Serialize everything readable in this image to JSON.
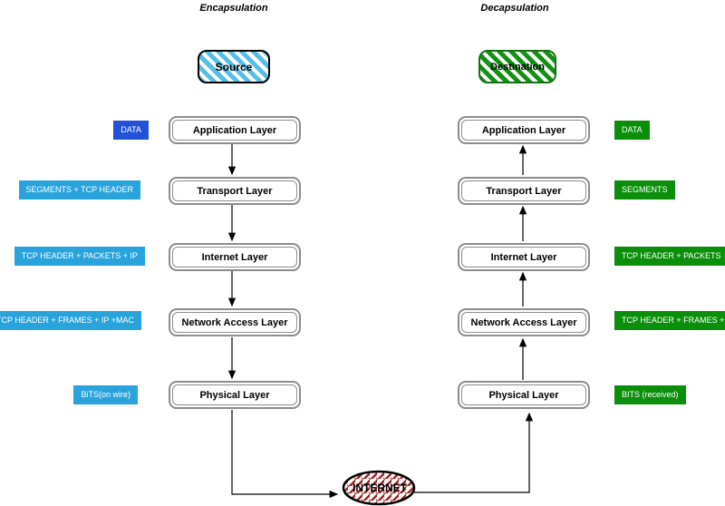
{
  "titles": {
    "encapsulation": "Encapsulation",
    "decapsulation": "Decapsulation"
  },
  "nodes": {
    "source": "Source",
    "destination": "Destination",
    "internet": "INTERNET"
  },
  "layers": [
    "Application Layer",
    "Transport Layer",
    "Internet Layer",
    "Network Access Layer",
    "Physical Layer"
  ],
  "encapsulation_labels": [
    "DATA",
    "SEGMENTS + TCP HEADER",
    "TCP HEADER + PACKETS + IP",
    "TCP HEADER + FRAMES + IP +MAC",
    "BiTS(on wire)"
  ],
  "decapsulation_labels": [
    "DATA",
    "SEGMENTS",
    "TCP HEADER + PACKETS",
    "TCP HEADER + FRAMES + IP",
    "BITS (received)"
  ],
  "colors": {
    "data_label_blue": "#2152D8",
    "encapsulation_label_blue": "#29A3DC",
    "decapsulation_label_green": "#0B8F0B",
    "source_stripe_blue": "#55BEE8",
    "destination_stripe_green": "#129212",
    "destination_border_green": "#166F16",
    "internet_hatch_red": "#A02020",
    "layer_border_gray": "#8C8C8C",
    "connector_black": "#000000"
  }
}
